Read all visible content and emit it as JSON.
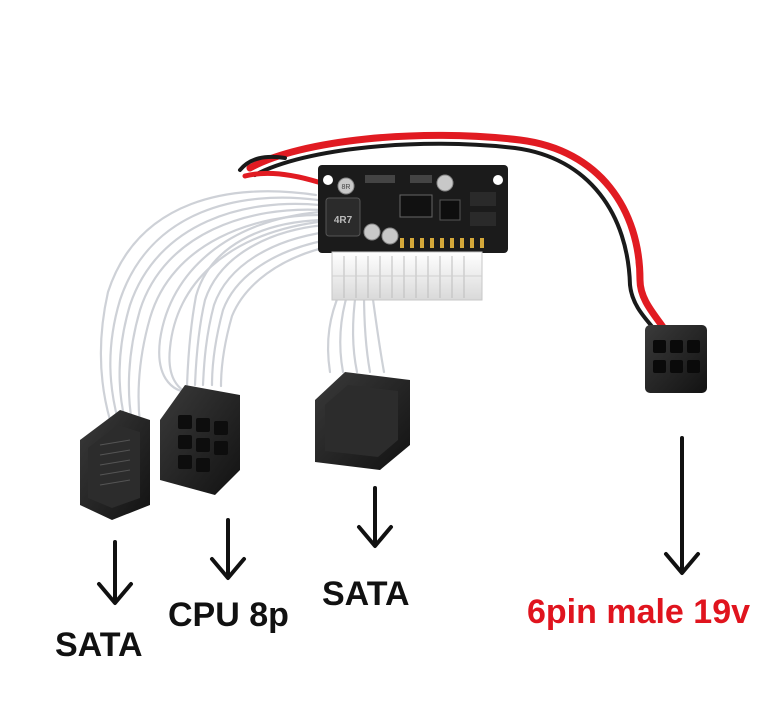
{
  "labels": {
    "sata_left": "SATA",
    "cpu_8p": "CPU 8p",
    "sata_middle": "SATA",
    "six_pin": "6pin male 19v"
  },
  "pcb": {
    "component_marking_left": "8R",
    "component_marking_inductor": "4R7"
  },
  "colors": {
    "background": "#ffffff",
    "label_text": "#111111",
    "accent_label": "#e0141e",
    "red_wire": "#e11b22",
    "black_wire": "#1a1a1a",
    "pcb": "#1b1b1b",
    "connector_white": "#f1f1f1",
    "connector_black": "#222222",
    "clear_cable": "#c9cdd3"
  },
  "icons": {
    "arrow": "down-arrow-icon"
  }
}
